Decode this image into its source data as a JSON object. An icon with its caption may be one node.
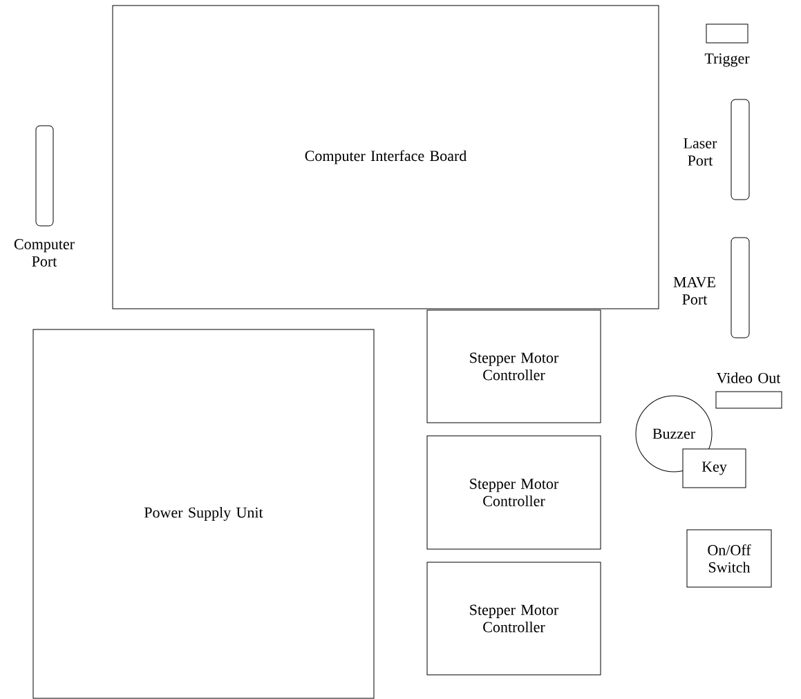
{
  "diagram": {
    "nodes": [
      {
        "text": [
          "Computer Interface Board"
        ]
      },
      {
        "text": [
          "Trigger"
        ]
      },
      {
        "text": [
          "Computer Port"
        ]
      },
      {
        "text": [
          "Laser Port"
        ]
      },
      {
        "text": [
          "MAVE Port"
        ]
      },
      {
        "text": [
          "Power Supply Unit"
        ]
      },
      {
        "text": [
          "Stepper Motor Controller"
        ]
      },
      {
        "text": [
          "Video Out"
        ]
      },
      {
        "text": [
          "Buzzer"
        ]
      },
      {
        "text": [
          "Stepper Motor Controller"
        ]
      },
      {
        "text": [
          "Key"
        ]
      },
      {
        "text": [
          "On/Off Switch"
        ]
      },
      {
        "text": [
          "Stepper Motor Controller"
        ]
      }
    ],
    "edges": []
  }
}
